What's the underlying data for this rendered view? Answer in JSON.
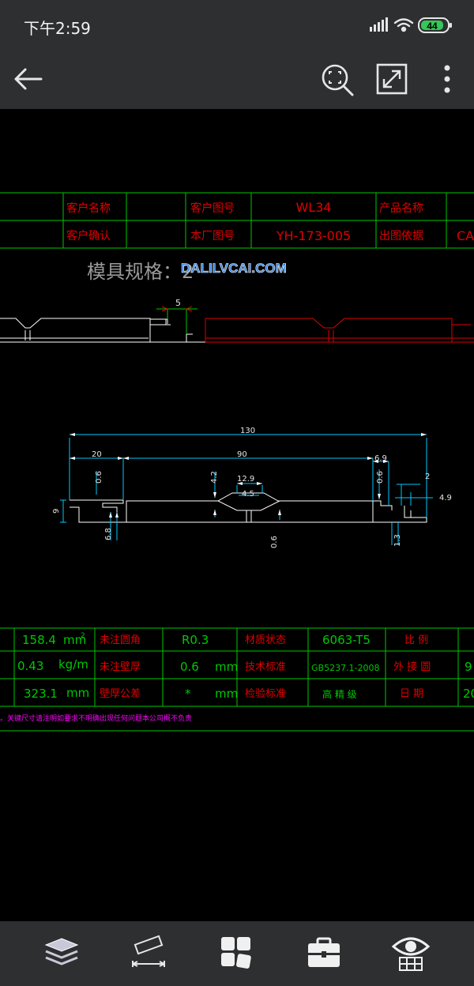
{
  "status_bar": {
    "time": "下午2:59",
    "battery": "44"
  },
  "toolbar": {
    "back_icon": "back-arrow-icon",
    "zoom_icon": "zoom-fit-icon",
    "fullscreen_icon": "fullscreen-icon",
    "more_icon": "more-vertical-icon"
  },
  "drawing": {
    "title_block": {
      "customer_name_label": "客户名称",
      "customer_drawing_label": "客户图号",
      "customer_drawing_value": "WL34",
      "product_name_label": "产品名称",
      "customer_confirm_label": "客户确认",
      "factory_drawing_label": "本厂图号",
      "factory_drawing_value": "YH-173-005",
      "drawing_basis_label": "出图依据",
      "drawing_basis_value": "CA"
    },
    "mold_spec_text": "模具规格：2",
    "watermark": "DALILVCAI.COM",
    "top_profile_dim": "5",
    "section_dims": {
      "overall_width": "130",
      "left_width": "20",
      "middle_width": "90",
      "right_small": "6.9",
      "thickness_left": "0.6",
      "rib_height": "4.2",
      "rib_width": "12.9",
      "rib_inner": "4.5",
      "right_thickness": "0.6",
      "right_gap": "2",
      "right_offset": "4.9",
      "left_height": "9",
      "left_lip": "6.8",
      "bottom_thickness": "0.6",
      "right_lip": "1.3"
    },
    "spec_table": {
      "area_value": "158.4",
      "area_unit": "mm",
      "area_sup": "2",
      "fillet_label": "未注圆角",
      "fillet_value": "R0.3",
      "material_label": "材质状态",
      "material_value": "6063-T5",
      "scale_label": "比 例",
      "weight_value": "0.43",
      "weight_unit": "kg/m",
      "wall_label": "未注壁厚",
      "wall_value": "0.6",
      "wall_unit": "mm",
      "tech_label": "技术标准",
      "tech_value": "GB5237.1-2008",
      "circle_label": "外 接 圆",
      "circle_value": "9",
      "perimeter_value": "323.1",
      "perimeter_unit": "mm",
      "tolerance_label": "壁厚公差",
      "tolerance_value": "*",
      "tolerance_unit": "mm",
      "inspect_label": "检验标准",
      "inspect_value": "高 精 级",
      "date_label": "日 期",
      "date_value": "20",
      "note": "。关键尺寸请注明如要求不明确出现任何问题本公司概不负责"
    }
  },
  "bottom_bar": {
    "layers_icon": "layers-icon",
    "measure_icon": "measure-ruler-icon",
    "layout_icon": "layout-grid-icon",
    "toolbox_icon": "toolbox-icon",
    "view_icon": "view-eye-icon"
  },
  "colors": {
    "bar_bg": "#2d2f30",
    "cad_green": "#00c800",
    "cad_red": "#e00000",
    "cad_cyan": "#00c8ff",
    "cad_magenta": "#ff00ff"
  }
}
